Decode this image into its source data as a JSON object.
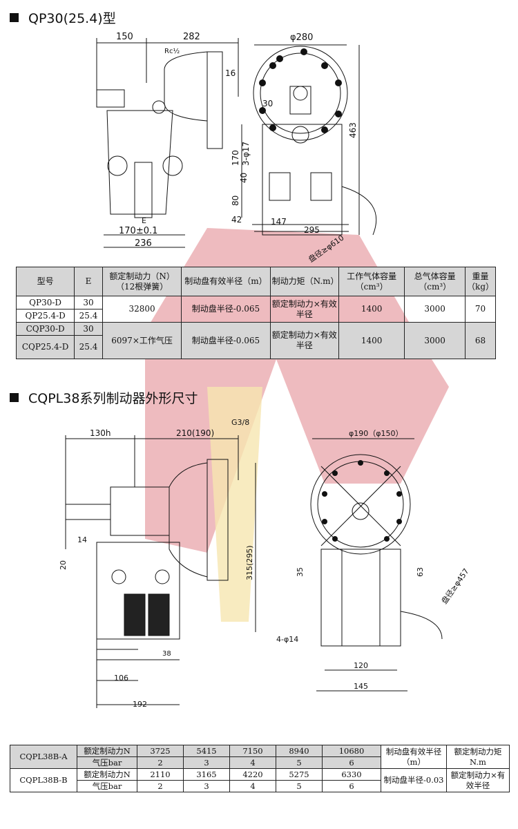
{
  "section1": {
    "title": "QP30(25.4)型",
    "dims": {
      "d150": "150",
      "d282": "282",
      "rc": "Rc½",
      "d16": "16",
      "phi280": "φ280",
      "d30": "30",
      "d3phi17": "3-φ17",
      "d170": "170",
      "d463": "463",
      "d40": "40",
      "d80": "80",
      "d42": "42",
      "d147": "147",
      "d295": "295",
      "phi610": "盘径≥φ610",
      "e": "E",
      "d170tol": "170±0.1",
      "d236": "236"
    }
  },
  "table1": {
    "headers": [
      "型号",
      "E",
      "额定制动力（N）（12根弹簧）",
      "制动盘有效半径（m）",
      "制动力矩（N.m）",
      "工作气体容量（cm³）",
      "总气体容量（cm³）",
      "重量（kg）"
    ],
    "rows": [
      {
        "models": [
          "QP30-D",
          "QP25.4-D"
        ],
        "e": [
          "30",
          "25.4"
        ],
        "force": "32800",
        "radius": "制动盘半径-0.065",
        "torque": "额定制动力×有效半径",
        "work": "1400",
        "total": "3000",
        "weight": "70"
      },
      {
        "models": [
          "CQP30-D",
          "CQP25.4-D"
        ],
        "e": [
          "30",
          "25.4"
        ],
        "force": "6097×工作气压",
        "radius": "制动盘半径-0.065",
        "torque": "额定制动力×有效半径",
        "work": "1400",
        "total": "3000",
        "weight": "68"
      }
    ]
  },
  "section2": {
    "title": "CQPL38系列制动器外形尺寸",
    "dims": {
      "d130h": "130h",
      "d210": "210(190)",
      "g38": "G3/8",
      "phi190": "φ190（φ150）",
      "d14": "14",
      "d20": "20",
      "d315": "315(295)",
      "d35": "35",
      "d63": "63",
      "phi457": "盘径≥φ457",
      "d4phi14": "4-φ14",
      "d38": "38",
      "d106": "106",
      "d192": "192",
      "d120": "120",
      "d145": "145"
    }
  },
  "table2": {
    "rows": [
      {
        "model": "CQPL38B-A",
        "force_label": "额定制动力N",
        "forces": [
          "3725",
          "5415",
          "7150",
          "8940",
          "10680"
        ],
        "pressure_label": "气压bar",
        "pressures": [
          "2",
          "3",
          "4",
          "5",
          "6"
        ]
      },
      {
        "model": "CQPL38B-B",
        "force_label": "额定制动力N",
        "forces": [
          "2110",
          "3165",
          "4220",
          "5275",
          "6330"
        ],
        "pressure_label": "气压bar",
        "pressures": [
          "2",
          "3",
          "4",
          "5",
          "6"
        ]
      }
    ],
    "radius_header": "制动盘有效半径（m）",
    "radius_value": "制动盘半径-0.03",
    "torque_header": "额定制动力矩N.m",
    "torque_value": "额定制动力×有效半径"
  },
  "colors": {
    "watermark_red": "#e8a4aa",
    "watermark_yellow": "#f6e6b0",
    "table_gray": "#d6d6d6"
  }
}
